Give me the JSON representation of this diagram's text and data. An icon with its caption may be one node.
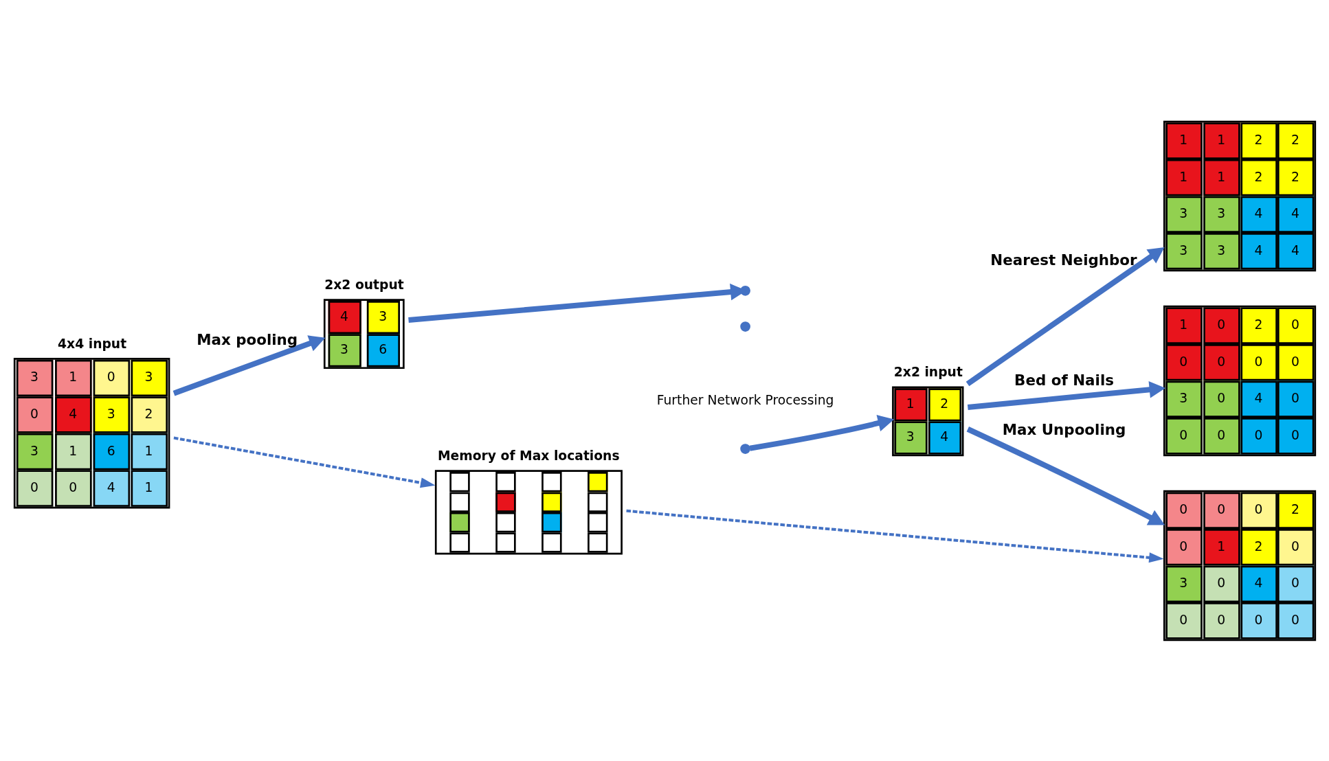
{
  "diagram": {
    "nodes": [
      {
        "text": [
          "3",
          "1",
          "0",
          "3",
          "0",
          "4",
          "3",
          "2",
          "3",
          "1",
          "6",
          "1",
          "0",
          "0",
          "4",
          "1"
        ],
        "beside": [
          "4x4 input"
        ]
      },
      {
        "text": [
          "4",
          "3",
          "3",
          "6"
        ],
        "beside": [
          "2x2 output"
        ]
      },
      {
        "text": [],
        "shape": "circle"
      },
      {
        "text": [],
        "shape": "circle"
      },
      {
        "text": [],
        "shape": "circle"
      },
      {
        "text": [
          "1",
          "2",
          "3",
          "4"
        ],
        "beside": [
          "2x2 input"
        ]
      },
      {
        "text": [
          "1",
          "1",
          "2",
          "2",
          "1",
          "1",
          "2",
          "2",
          "3",
          "3",
          "4",
          "4",
          "3",
          "3",
          "4",
          "4"
        ]
      },
      {
        "text": [
          "1",
          "0",
          "2",
          "0",
          "0",
          "0",
          "0",
          "0",
          "3",
          "0",
          "4",
          "0",
          "0",
          "0",
          "0",
          "0"
        ]
      },
      {
        "text": [
          "0",
          "0",
          "0",
          "2",
          "0",
          "1",
          "2",
          "0",
          "3",
          "0",
          "4",
          "0",
          "0",
          "0",
          "0",
          "0"
        ]
      },
      {
        "text": [],
        "shape": "box",
        "beside": [
          "Memory of Max locations"
        ]
      }
    ],
    "edges": [
      {
        "from": 0,
        "to": 1,
        "arrow": "to",
        "label": "Max pooling"
      },
      {
        "from": 1,
        "to": 2,
        "arrow": "to"
      },
      {
        "from": 4,
        "to": 5,
        "arrow": "to"
      },
      {
        "from": 5,
        "to": 6,
        "arrow": "to",
        "label": "Nearest Neighbor"
      },
      {
        "from": 5,
        "to": 7,
        "arrow": "to",
        "label": "Bed of Nails"
      },
      {
        "from": 5,
        "to": 8,
        "arrow": "to",
        "label": "Max Unpooling"
      },
      {
        "from": 0,
        "to": 9,
        "arrow": "to",
        "style": "dashed"
      },
      {
        "from": 9,
        "to": 8,
        "arrow": "to",
        "style": "dashed"
      }
    ],
    "labels": [
      "Further Network Processing"
    ]
  }
}
